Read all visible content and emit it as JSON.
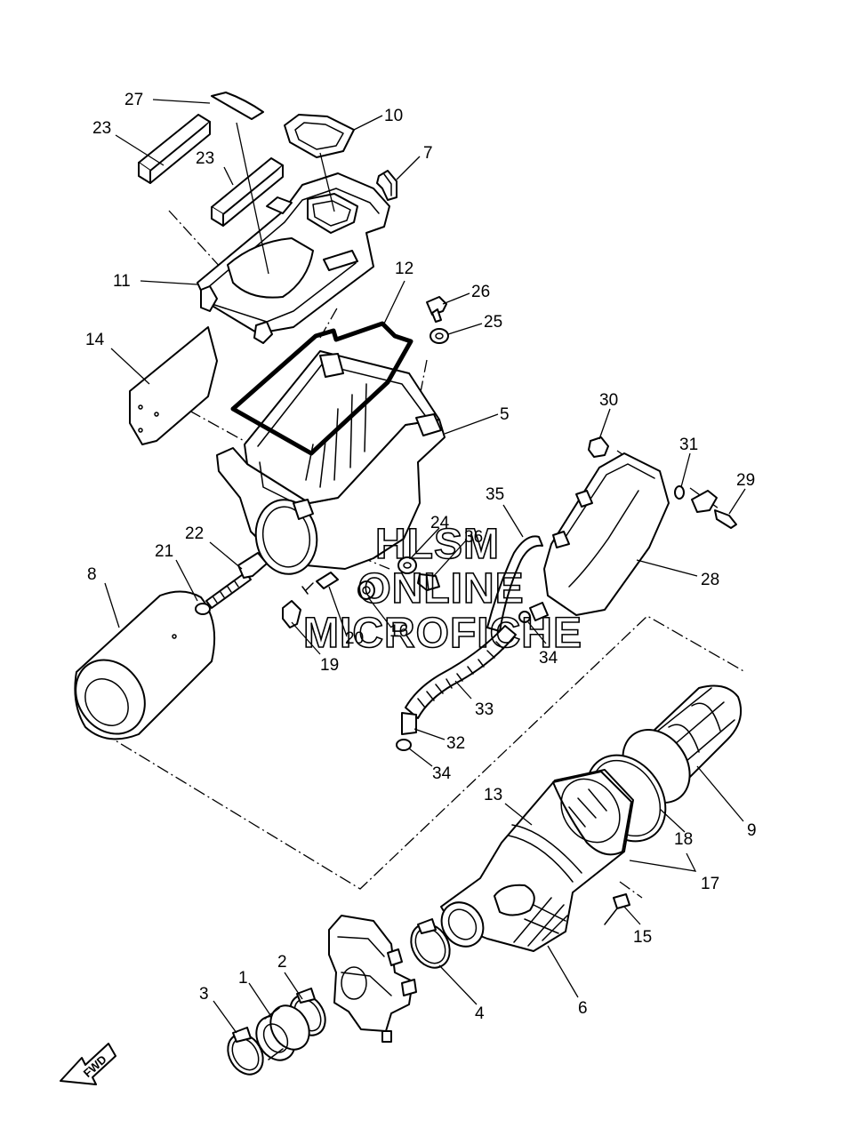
{
  "watermark": {
    "line1": "HLSM",
    "line2": "ONLINE",
    "line3": "MICROFICHE"
  },
  "fwd_label": "FWD",
  "callouts": {
    "c1": "1",
    "c2": "2",
    "c3": "3",
    "c4": "4",
    "c5": "5",
    "c6": "6",
    "c7": "7",
    "c8": "8",
    "c9": "9",
    "c10": "10",
    "c11": "11",
    "c12": "12",
    "c13": "13",
    "c14": "14",
    "c15": "15",
    "c16": "16",
    "c17": "17",
    "c18": "18",
    "c19": "19",
    "c20": "20",
    "c21": "21",
    "c22": "22",
    "c23a": "23",
    "c23b": "23",
    "c24": "24",
    "c25": "25",
    "c26": "26",
    "c27": "27",
    "c28": "28",
    "c29": "29",
    "c30": "30",
    "c31": "31",
    "c32": "32",
    "c33": "33",
    "c34a": "34",
    "c34b": "34",
    "c35": "35",
    "c36": "36"
  },
  "colors": {
    "line": "#000000",
    "background": "#ffffff"
  }
}
